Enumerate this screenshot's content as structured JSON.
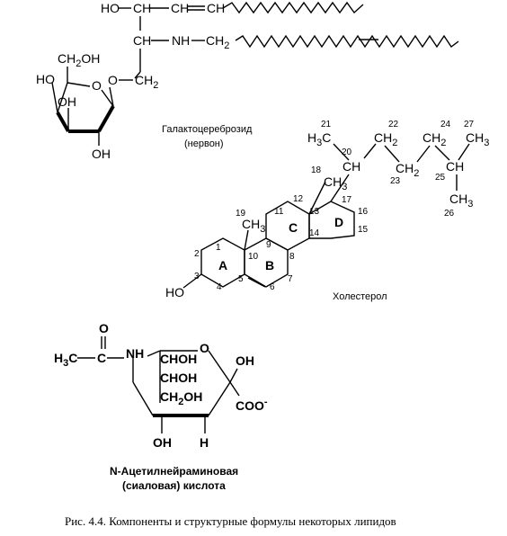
{
  "galactocerebroside": {
    "name_line1": "Галактоцереброзид",
    "name_line2": "(нервон)",
    "atoms": {
      "ho_top": "HO",
      "ch_a": "CH",
      "ch_eq": "CH",
      "ch_b": "CH",
      "nh": "NH",
      "ch2_n": "CH",
      "ch2_n_sub": "2",
      "o_link": "O",
      "ch2_link": "CH",
      "ch2_link_sub": "2",
      "ch2oh": "CH",
      "ch2oh_sub": "2",
      "ch2oh_oh": "OH",
      "ho_ring": "HO",
      "oh_ring_inner": "OH",
      "oh_ring_bottom": "OH",
      "o_ring": "O"
    }
  },
  "cholesterol": {
    "name": "Холестерол",
    "ring_letters": [
      "A",
      "B",
      "C",
      "D"
    ],
    "atoms": {
      "ho": "HO",
      "h3c_21": "H",
      "h3c_21_sub": "3",
      "h3c_21_c": "C",
      "ch_20": "CH",
      "ch2_22": "CH",
      "ch2_22_sub": "2",
      "ch2_23": "CH",
      "ch2_23_sub": "2",
      "ch2_24": "CH",
      "ch2_24_sub": "2",
      "ch_25": "CH",
      "ch3_27": "CH",
      "ch3_27_sub": "3",
      "ch3_26": "CH",
      "ch3_26_sub": "3",
      "ch3_18": "CH",
      "ch3_18_sub": "3",
      "ch3_19": "CH",
      "ch3_19_sub": "3"
    },
    "numbers": {
      "n1": "1",
      "n2": "2",
      "n3": "3",
      "n4": "4",
      "n5": "5",
      "n6": "6",
      "n7": "7",
      "n8": "8",
      "n9": "9",
      "n10": "10",
      "n11": "11",
      "n12": "12",
      "n13": "13",
      "n14": "14",
      "n15": "15",
      "n16": "16",
      "n17": "17",
      "n18": "18",
      "n19": "19",
      "n20": "20",
      "n21": "21",
      "n22": "22",
      "n23": "23",
      "n24": "24",
      "n25": "25",
      "n26": "26",
      "n27": "27"
    }
  },
  "sialic_acid": {
    "name_line1": "N-Ацетилнейраминовая",
    "name_line2": "(сиаловая) кислота",
    "atoms": {
      "o_carbonyl": "O",
      "h3c": "H",
      "h3c_sub": "3",
      "h3c_c": "C",
      "c_acyl": "C",
      "nh": "NH",
      "o_ring": "O",
      "choh_1": "CHOH",
      "choh_2": "CHOH",
      "ch2oh": "CH",
      "ch2oh_sub": "2",
      "ch2oh_oh": "OH",
      "oh_anomeric": "OH",
      "coo": "COO",
      "coo_charge": "-",
      "oh_bottom": "OH",
      "h_bottom": "H"
    }
  },
  "caption": "Рис. 4.4. Компоненты и структурные формулы некоторых  липидов"
}
